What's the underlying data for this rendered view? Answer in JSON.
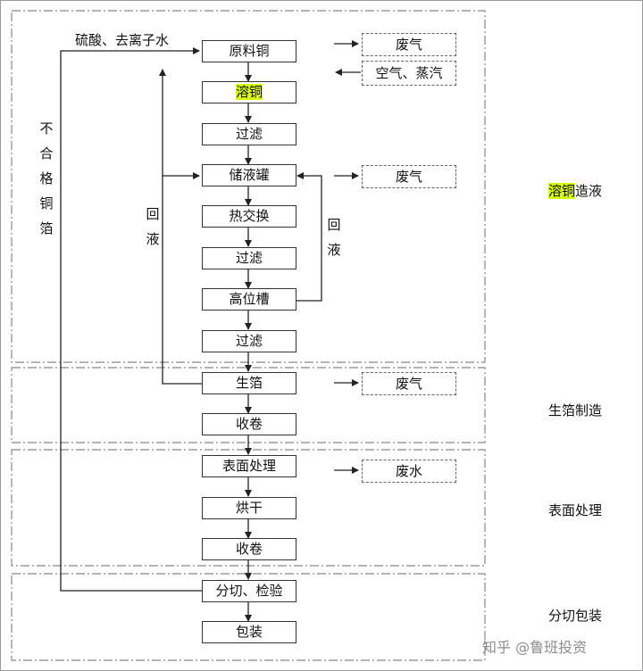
{
  "steps": {
    "s1": "原料铜",
    "s2": "溶铜",
    "s3": "过滤",
    "s4": "储液罐",
    "s5": "热交换",
    "s6": "过滤",
    "s7": "高位槽",
    "s8": "过滤",
    "s9": "生箔",
    "s10": "收卷",
    "s11": "表面处理",
    "s12": "烘干",
    "s13": "收卷",
    "s14": "分切、检验",
    "s15": "包装"
  },
  "side_outputs": {
    "waste_gas_1": "废气",
    "air_steam": "空气、蒸汽",
    "waste_gas_2": "废气",
    "waste_gas_3": "废气",
    "waste_water": "废水"
  },
  "labels": {
    "acid_input": "硫酸、去离子水",
    "reject_foil": "不合格铜箔",
    "reflux_left": "回液",
    "reflux_right": "回液"
  },
  "sections": {
    "dissolve_highlight": "溶铜",
    "dissolve_rest": "造液",
    "foil_making": "生箔制造",
    "surface": "表面处理",
    "cutting": "分切包装"
  },
  "watermark": "知乎 @鲁班投资",
  "colors": {
    "highlight": "#d8ff00",
    "line": "#222222",
    "dashed": "#888888"
  }
}
